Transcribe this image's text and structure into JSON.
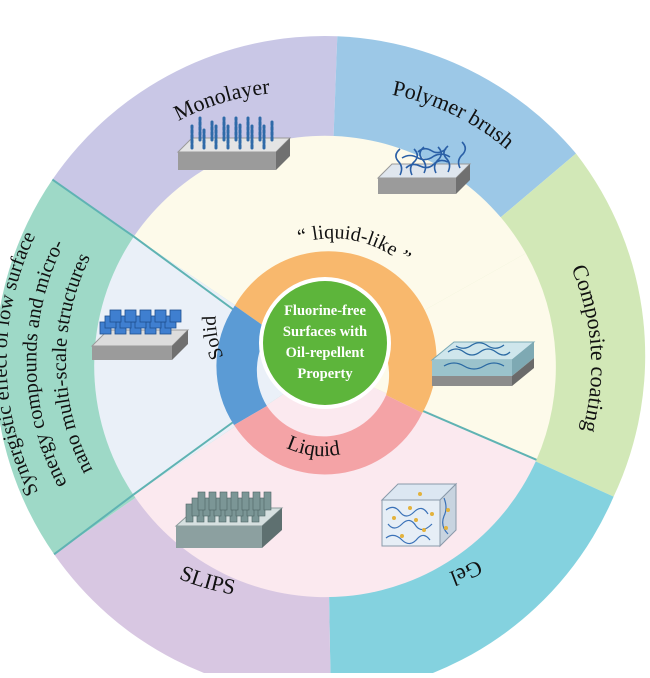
{
  "center": {
    "lines": [
      "Fluorine-free",
      "Surfaces with",
      "Oil-repellent",
      "Property"
    ]
  },
  "inner_ring": {
    "liquid_like": "“ liquid-like ”",
    "solid": "Solid",
    "liquid": "Liquid"
  },
  "outer_ring": {
    "monolayer": "Monolayer",
    "polymer_brush": "Polymer brush",
    "composite_coating": "Composite coating",
    "gel": "Gel",
    "slips": "SLIPS",
    "synergistic": [
      "Synergistic effect of low surface",
      "energy compounds and micro-",
      "nano multi-scale structures"
    ]
  },
  "colors": {
    "monolayer": "#c9c7e6",
    "polymer_brush": "#9cc8e7",
    "composite_coating": "#d2e8b7",
    "gel": "#84d2df",
    "slips": "#d8c7e2",
    "synergistic": "#9ed9c7",
    "liquid_like_zone": "#fdfaea",
    "solid_zone": "#eaf0f8",
    "liquid_zone": "#fbe9ef",
    "liquid_like_ring": "#f8b86d",
    "solid_ring": "#5b9bd5",
    "liquid_ring": "#f4a3a6",
    "center_fill": "#5db53b"
  }
}
